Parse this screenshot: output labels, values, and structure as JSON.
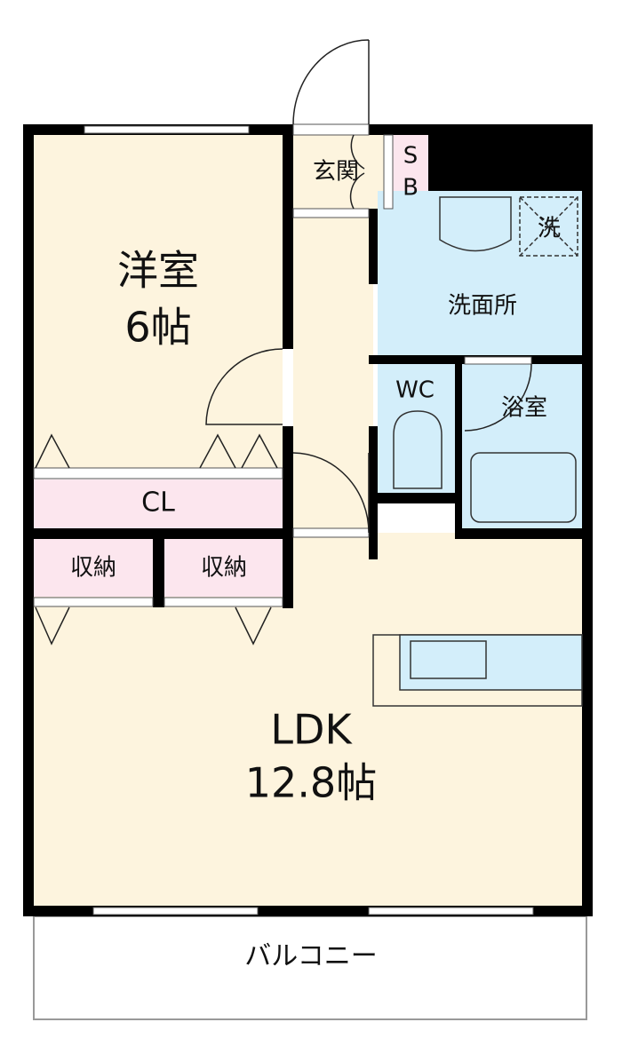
{
  "rooms": {
    "western": {
      "name": "洋室",
      "size": "6帖"
    },
    "closet": "CL",
    "storage_left": "収納",
    "storage_right": "収納",
    "entrance": "玄関",
    "shoe_box_1": "S",
    "shoe_box_2": "B",
    "washing_machine": "洗",
    "washroom": "洗面所",
    "toilet": "WC",
    "bathroom": "浴室",
    "ldk": {
      "name": "LDK",
      "size": "12.8帖"
    },
    "balcony": "バルコニー"
  },
  "colors": {
    "wall": "#000000",
    "floor_cream": "#fdf4de",
    "wet_blue": "#d3eefa",
    "storage_pink": "#fce6ee"
  }
}
